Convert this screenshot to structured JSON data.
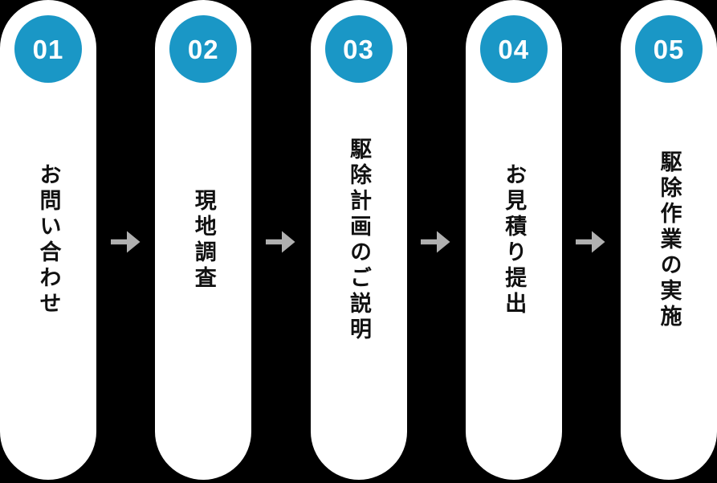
{
  "diagram": {
    "kind": "process-flow",
    "direction": "left-to-right",
    "step_count": 5
  },
  "steps": [
    {
      "number": "01",
      "label": "お問い合わせ"
    },
    {
      "number": "02",
      "label": "現地調査"
    },
    {
      "number": "03",
      "label": "駆除計画のご説明"
    },
    {
      "number": "04",
      "label": "お見積り提出"
    },
    {
      "number": "05",
      "label": "駆除作業の実施"
    }
  ],
  "icons": {
    "between_steps": "right-arrow-icon"
  },
  "colors": {
    "background": "#000000",
    "card": "#ffffff",
    "step_circle": "#1a97c6",
    "number_text": "#ffffff",
    "label_text": "#111111",
    "arrow": "#b0b0b0"
  }
}
